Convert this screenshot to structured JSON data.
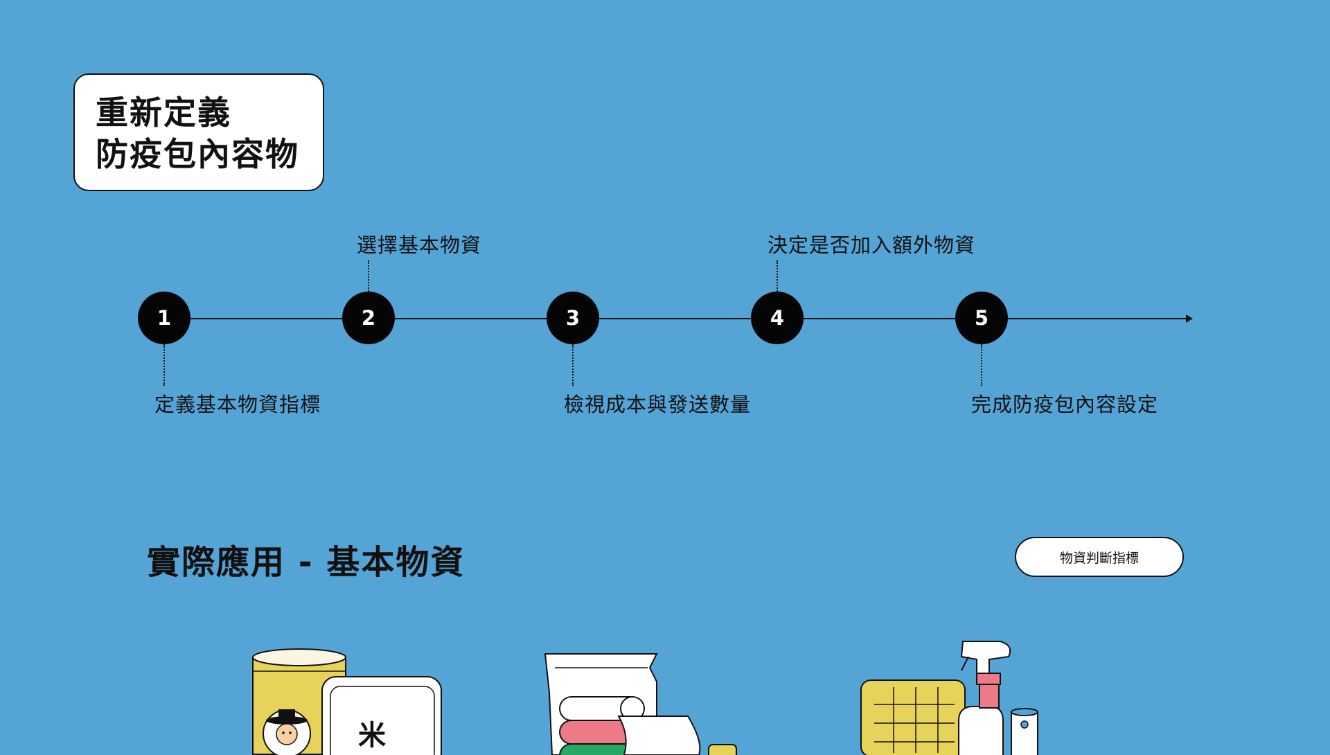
{
  "title_card": {
    "line1": "重新定義",
    "line2": "防疫包內容物"
  },
  "timeline": {
    "steps": [
      {
        "number": "1",
        "label": "定義基本物資指標"
      },
      {
        "number": "2",
        "label": "選擇基本物資"
      },
      {
        "number": "3",
        "label": "檢視成本與發送數量"
      },
      {
        "number": "4",
        "label": "決定是否加入額外物資"
      },
      {
        "number": "5",
        "label": "完成防疫包內容設定"
      }
    ]
  },
  "section": {
    "heading": "實際應用 - 基本物資",
    "button_label": "物資判斷指標"
  },
  "illustrations": {
    "rice_label": "米"
  },
  "colors": {
    "background": "#55a4d6",
    "yellow": "#e8d35a",
    "pink": "#ee7a88",
    "green": "#27a866"
  }
}
